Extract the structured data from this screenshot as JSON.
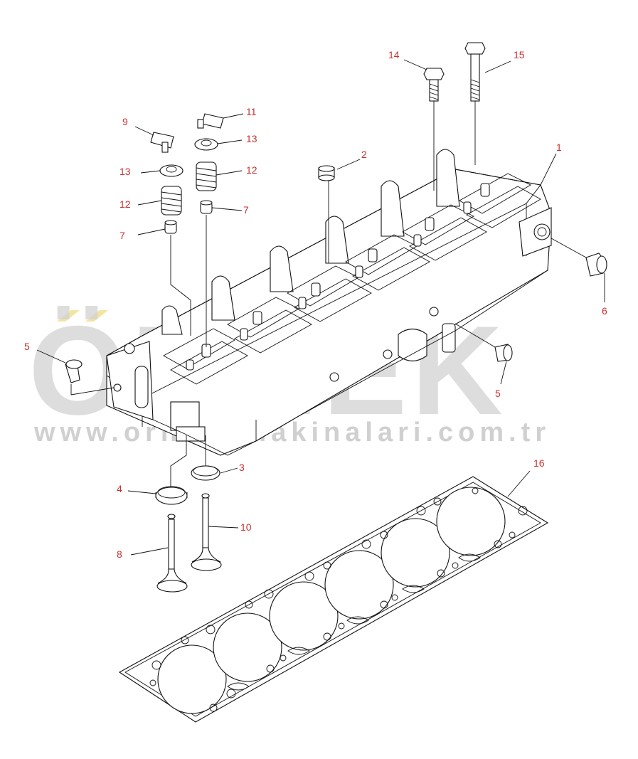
{
  "watermark": {
    "brand": "ÖRNEK",
    "url": "www.orneksmakinalari.com.tr"
  },
  "callouts": [
    {
      "id": "c1",
      "text": "1"
    },
    {
      "id": "c2",
      "text": "2"
    },
    {
      "id": "c3",
      "text": "3"
    },
    {
      "id": "c4",
      "text": "4"
    },
    {
      "id": "c5a",
      "text": "5"
    },
    {
      "id": "c5b",
      "text": "5"
    },
    {
      "id": "c6",
      "text": "6"
    },
    {
      "id": "c7a",
      "text": "7"
    },
    {
      "id": "c7b",
      "text": "7"
    },
    {
      "id": "c8",
      "text": "8"
    },
    {
      "id": "c9",
      "text": "9"
    },
    {
      "id": "c10",
      "text": "10"
    },
    {
      "id": "c11",
      "text": "11"
    },
    {
      "id": "c12a",
      "text": "12"
    },
    {
      "id": "c12b",
      "text": "12"
    },
    {
      "id": "c13a",
      "text": "13"
    },
    {
      "id": "c13b",
      "text": "13"
    },
    {
      "id": "c14",
      "text": "14"
    },
    {
      "id": "c15",
      "text": "15"
    },
    {
      "id": "c16",
      "text": "16"
    }
  ],
  "colors": {
    "callout": "#c8322f",
    "linework": "#111111",
    "watermark": "#d2d2d2",
    "watermark_accent": "#f4e4a0"
  }
}
